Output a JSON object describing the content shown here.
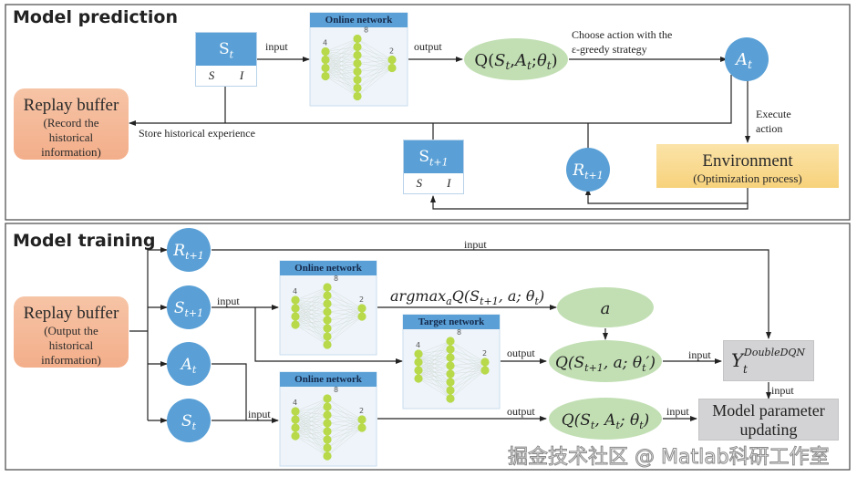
{
  "panels": {
    "prediction": {
      "title": "Model prediction"
    },
    "training": {
      "title": "Model training"
    }
  },
  "prediction": {
    "state_box": {
      "head": "S",
      "head_sub": "t",
      "col1": "S",
      "col2": "I"
    },
    "next_state_box": {
      "head": "S",
      "head_sub": "t+1",
      "col1": "S",
      "col2": "I"
    },
    "online_network": {
      "title": "Online network",
      "layers": [
        "4",
        "8",
        "2"
      ]
    },
    "q_value": {
      "label": "Q(S",
      "full": "Q(St, At; θt)"
    },
    "action": {
      "label": "A",
      "sub": "t"
    },
    "reward": {
      "label": "R",
      "sub": "t+1"
    },
    "replay_buffer": {
      "title": "Replay buffer",
      "lines": [
        "(Record the",
        "historical",
        "information)"
      ]
    },
    "environment": {
      "title": "Environment",
      "subtitle": "(Optimization process)"
    },
    "labels": {
      "input": "input",
      "output": "output",
      "choose_line1": "Choose action with the",
      "choose_line2": "ε-greedy  strategy",
      "store": "Store historical  experience",
      "execute_line1": "Execute",
      "execute_line2": "action"
    }
  },
  "training": {
    "replay_buffer": {
      "title": "Replay buffer",
      "lines": [
        "(Output the",
        "historical",
        "information)"
      ]
    },
    "nodes": [
      {
        "label": "R",
        "sub": "t+1"
      },
      {
        "label": "S",
        "sub": "t+1"
      },
      {
        "label": "A",
        "sub": "t"
      },
      {
        "label": "S",
        "sub": "t"
      }
    ],
    "online_network_1": {
      "title": "Online network",
      "layers": [
        "4",
        "8",
        "2"
      ]
    },
    "target_network": {
      "title": "Target network",
      "layers": [
        "4",
        "8",
        "2"
      ]
    },
    "online_network_2": {
      "title": "Online network",
      "layers": [
        "4",
        "8",
        "2"
      ]
    },
    "argmax_label": "argmax",
    "argmax_sub": "a",
    "argmax_rest": "Q(S",
    "a_node": "a",
    "q_target": "Q(St+1, a; θt′)",
    "q_online": "Q(St, At; θt)",
    "y_target": {
      "base": "Y",
      "sub": "t",
      "sup": "DoubleDQN"
    },
    "update_box": {
      "line1": "Model parameter",
      "line2": "updating"
    },
    "labels": {
      "input": "input",
      "output": "output"
    }
  },
  "watermark": "掘金技术社区 @ Matlab科研工作室",
  "colors": {
    "node_blue": "#5aa0d6",
    "ellipse_green": "#c2dfb4",
    "neuron_green": "#b7d94a",
    "replay_orange": "#f4b797",
    "env_yellow": "#f9d98c",
    "grey_box": "#d3d3d5"
  }
}
